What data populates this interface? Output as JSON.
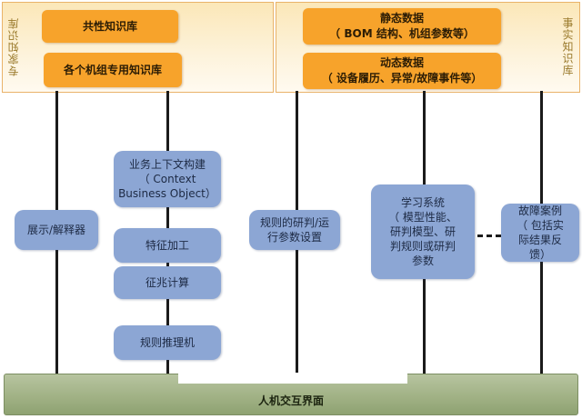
{
  "panels": {
    "left_label": "专家知识库",
    "right_label": "事实知识库"
  },
  "orange_boxes": {
    "common_kb": "共性知识库",
    "unit_kb": "各个机组专用知识库",
    "static_title": "静态数据",
    "static_sub": "（ BOM 结构、机组参数等）",
    "dynamic_title": "动态数据",
    "dynamic_sub": "（ 设备履历、异常/故障事件等）"
  },
  "blue_boxes": {
    "display": "展示/解释器",
    "context_line1": "业务上下文构建",
    "context_line2": "（ Context",
    "context_line3": "Business Object）",
    "feature": "特征加工",
    "symptom": "征兆计算",
    "reasoning": "规则推理机",
    "rules_line1": "规则的研判/运",
    "rules_line2": "行参数设置",
    "learning_line1": "学习系统",
    "learning_line2": "（ 模型性能、",
    "learning_line3": "研判模型、研",
    "learning_line4": "判规则或研判",
    "learning_line5": "参数",
    "cases_line1": "故障案例",
    "cases_line2": "（ 包括实",
    "cases_line3": "际结果反",
    "cases_line4": "馈）"
  },
  "bottom": {
    "label": "人机交互界面"
  }
}
